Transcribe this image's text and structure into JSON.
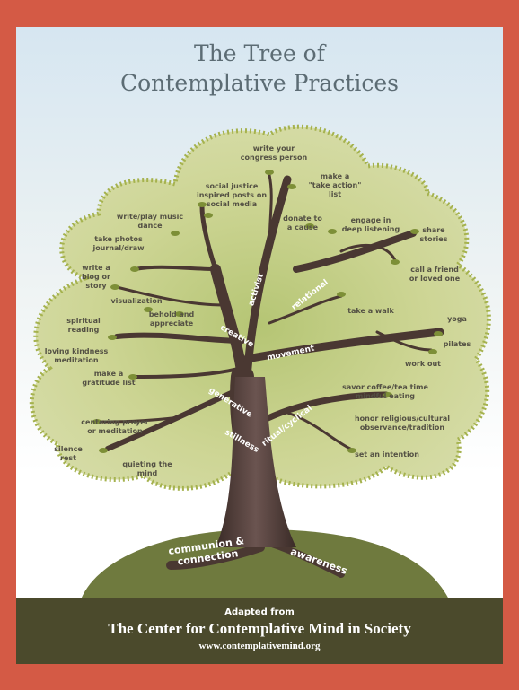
{
  "title_line1": "The Tree of",
  "title_line2": "Contemplative Practices",
  "branches": {
    "activist": "activist",
    "relational": "relational",
    "creative": "creative",
    "movement": "movement",
    "generative": "generative",
    "stillness": "stillness",
    "ritual_cyclical": "ritual/cyclical"
  },
  "roots": {
    "communion_line1": "communion &",
    "communion_line2": "connection",
    "awareness": "awareness"
  },
  "practices": {
    "write_congress_1": "write your",
    "write_congress_2": "congress person",
    "take_action_1": "make a",
    "take_action_2": "\"take  action\"",
    "take_action_3": "list",
    "social_justice_1": "social justice",
    "social_justice_2": "inspired posts on",
    "social_justice_3": "social media",
    "donate_1": "donate to",
    "donate_2": "a cause",
    "listening_1": "engage in",
    "listening_2": "deep listening",
    "share_1": "share",
    "share_2": "stories",
    "music_1": "write/play music",
    "music_2": "dance",
    "photos_1": "take photos",
    "photos_2": "journal/draw",
    "blog_1": "write a",
    "blog_2": "blog or",
    "blog_3": "story",
    "call_1": "call a friend",
    "call_2": "or loved one",
    "visualization": "visualization",
    "behold_1": "behold and",
    "behold_2": "appreciate",
    "walk": "take a walk",
    "spiritual_1": "spiritual",
    "spiritual_2": "reading",
    "yoga": "yoga",
    "loving_1": "loving kindness",
    "loving_2": "meditation",
    "pilates": "pilates",
    "workout": "work out",
    "gratitude_1": "make a",
    "gratitude_2": "gratitude list",
    "coffee_1": "savor coffee/tea time",
    "coffee_2": "mindful eating",
    "prayer_1": "centering prayer",
    "prayer_2": "or meditation",
    "honor_1": "honor religious/cultural",
    "honor_2": "observance/tradition",
    "silence_1": "silence",
    "silence_2": "rest",
    "quiet_1": "quieting the",
    "quiet_2": "mind",
    "intention": "set an intention"
  },
  "footer": {
    "line1": "Adapted from",
    "line2": "The Center for Contemplative Mind in Society",
    "line3": "www.contemplativemind.org"
  },
  "colors": {
    "frame": "#d45a45",
    "canopy": "#c9d18e",
    "trunk": "#4a3832",
    "hill": "#6f7a3e",
    "footer": "#4b4a2c",
    "title": "#5c6c74"
  }
}
